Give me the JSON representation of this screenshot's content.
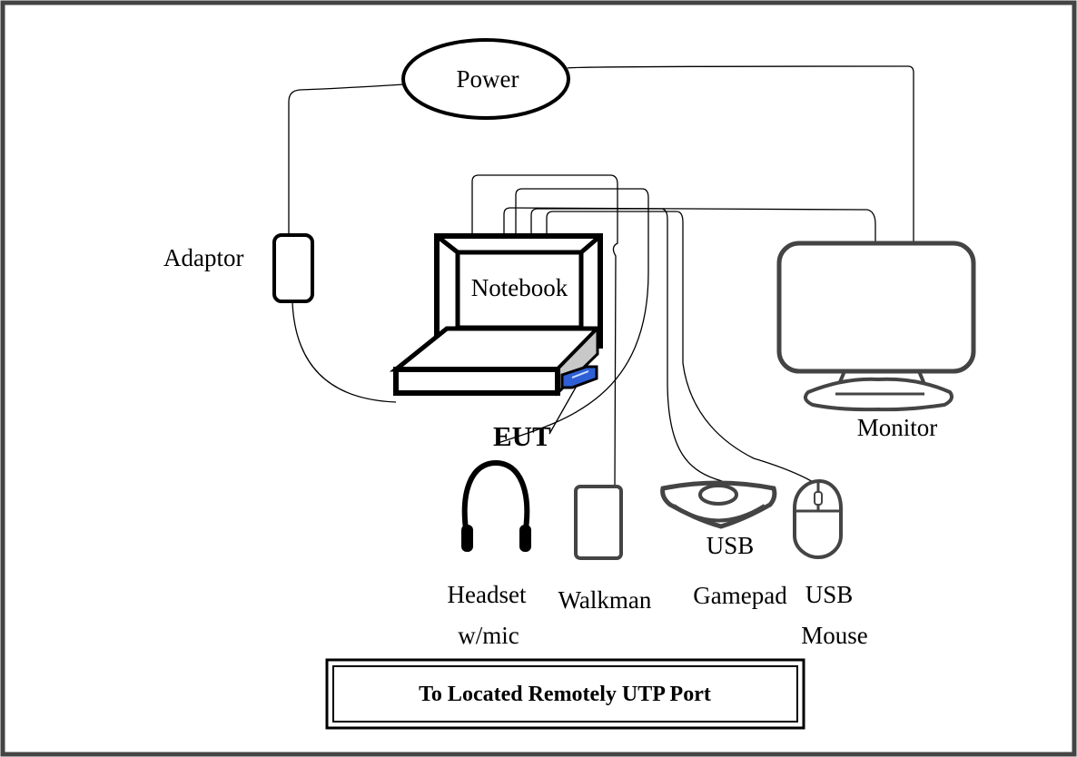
{
  "diagram": {
    "labels": {
      "power": "Power",
      "adaptor": "Adaptor",
      "notebook": "Notebook",
      "eut": "EUT",
      "monitor": "Monitor",
      "headset_line1": "Headset",
      "headset_line2": "w/mic",
      "walkman": "Walkman",
      "gamepad_line1": "USB",
      "gamepad_line2": "Gamepad",
      "mouse_line1": "USB",
      "mouse_line2": "Mouse"
    },
    "caption": "To Located Remotely UTP Port"
  }
}
